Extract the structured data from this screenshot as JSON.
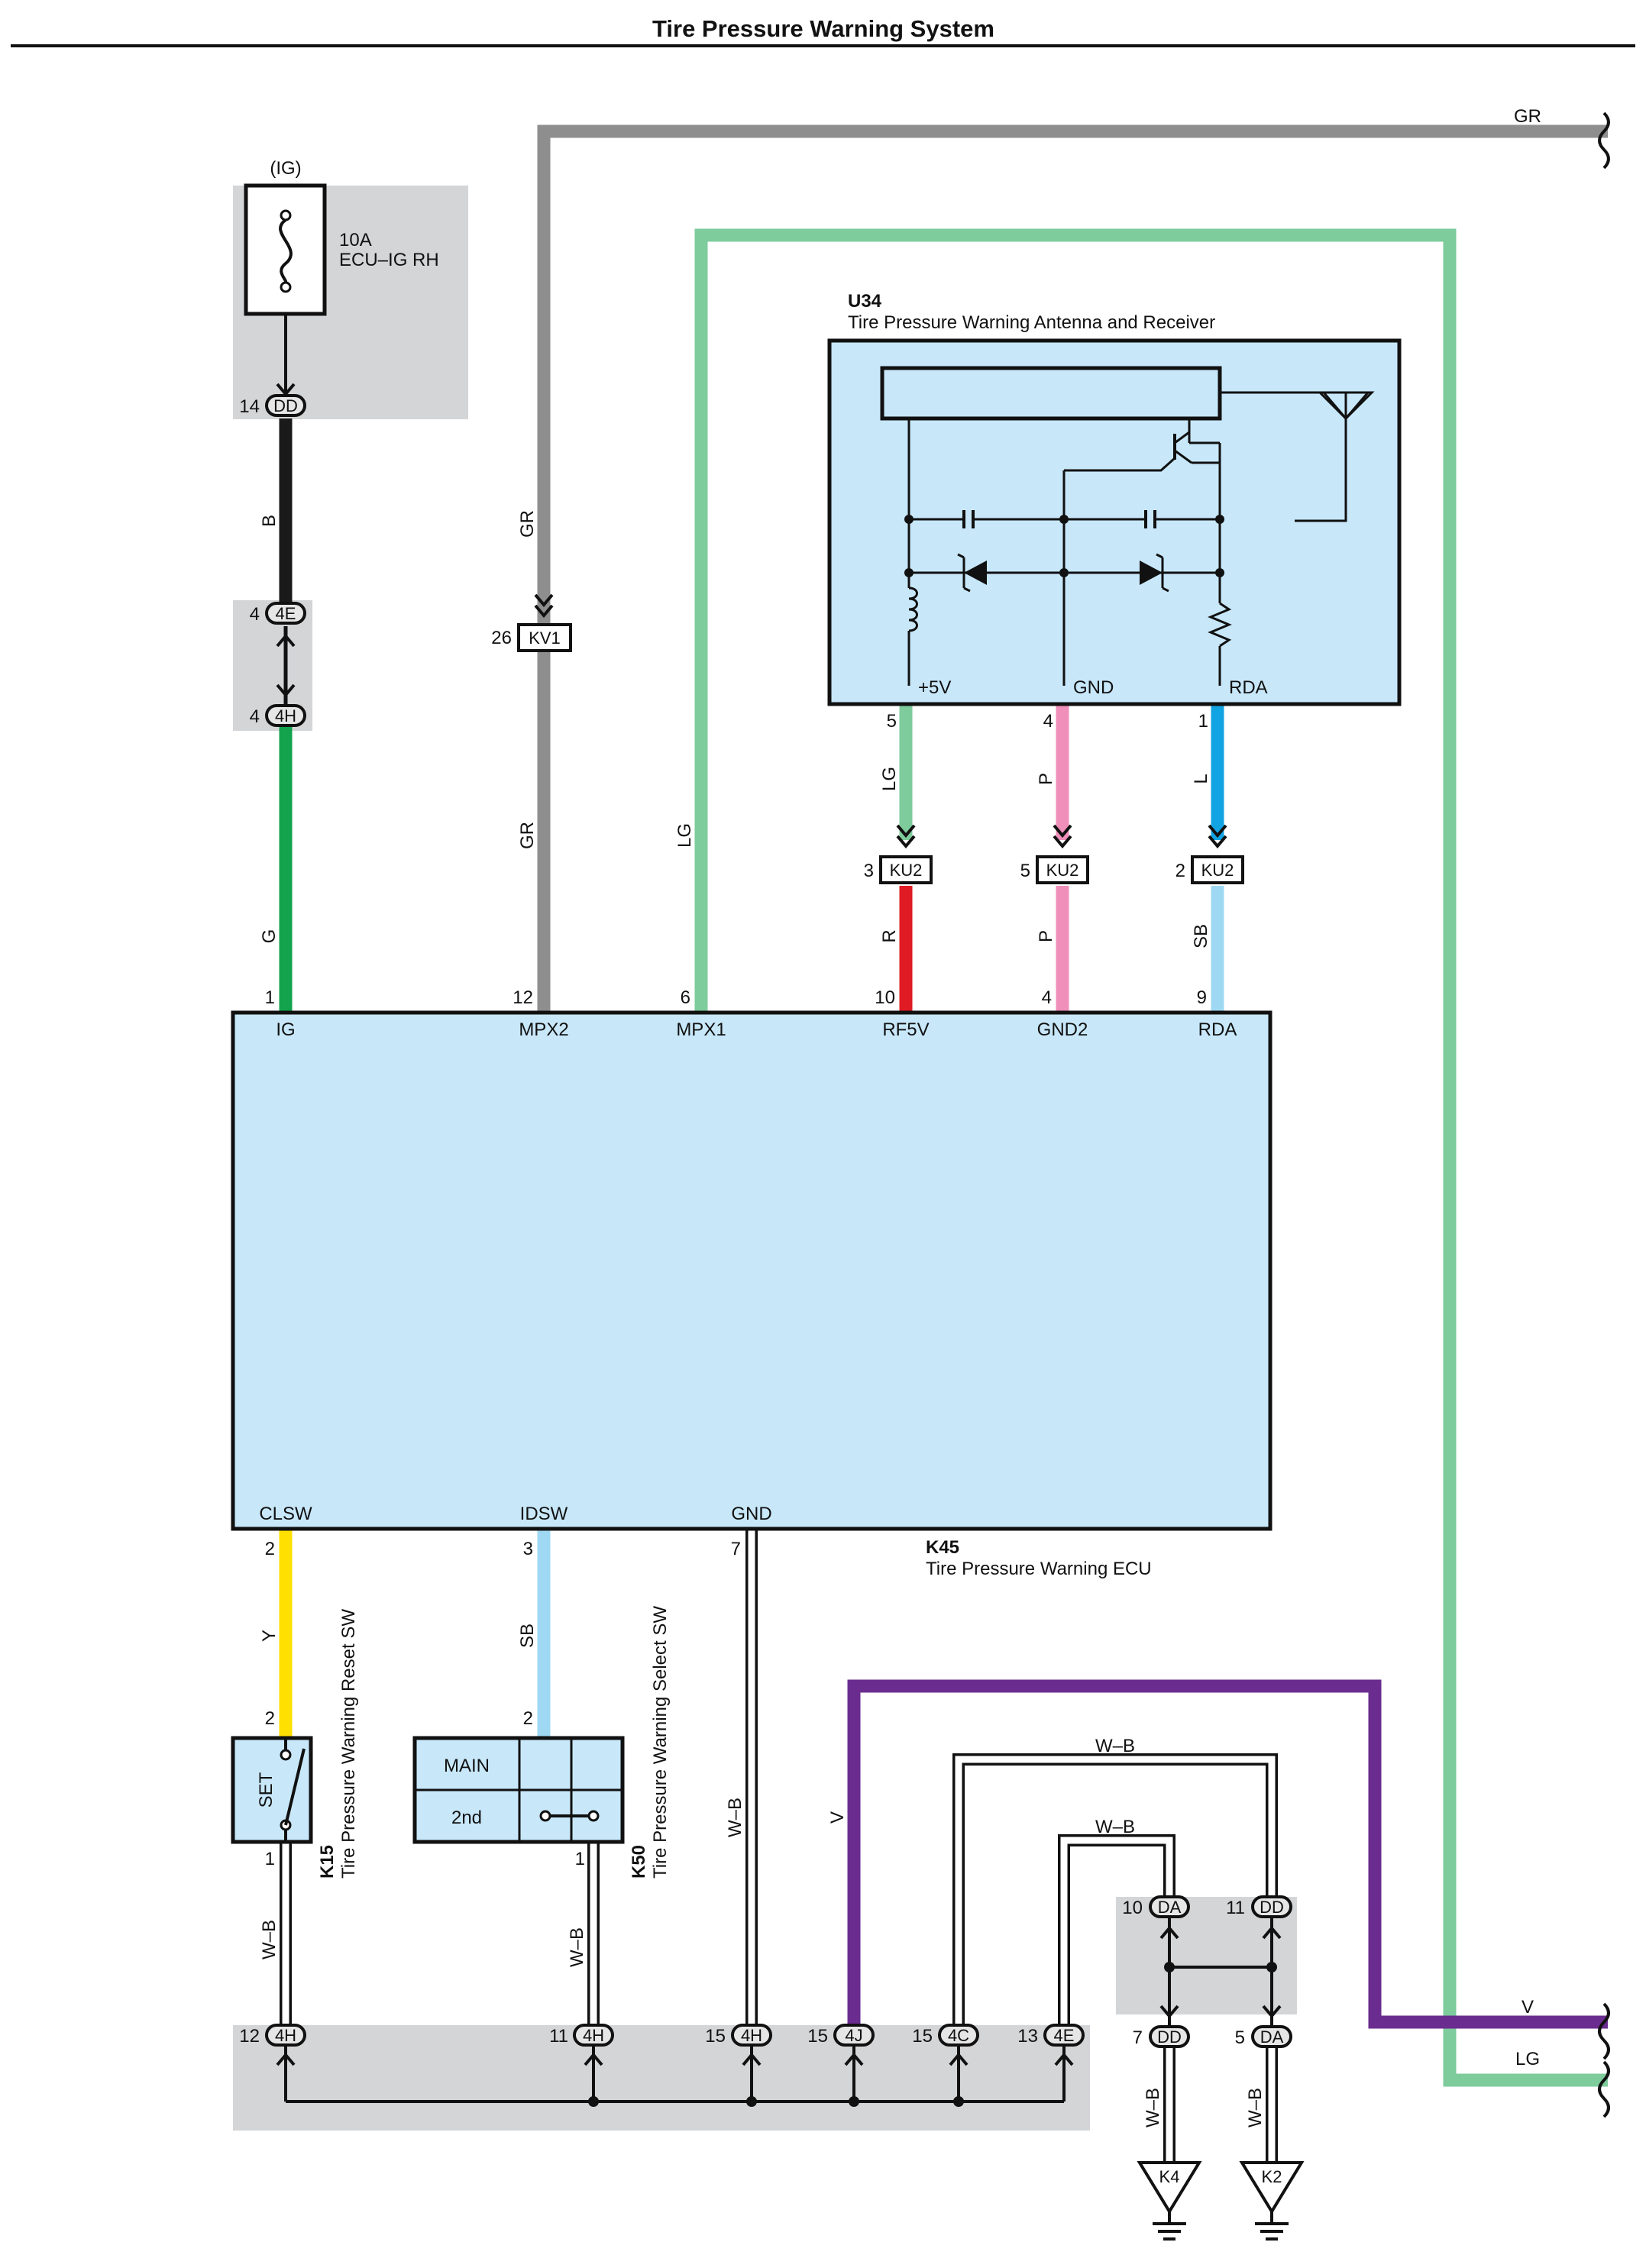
{
  "title": "Tire Pressure Warning System",
  "colors": {
    "gray_wire": "#8e8e8e",
    "light_green_wire": "#7ecb9c",
    "black_wire": "#1a1a1a",
    "green_wire": "#13a34c",
    "red_wire": "#e01b23",
    "pink_wire": "#ef8fba",
    "blue_wire": "#12a3e3",
    "sky_blue_wire": "#9fd8f3",
    "yellow_wire": "#ffe000",
    "violet_wire": "#6a2c8f",
    "component_fill": "#c8e8fa",
    "junction_fill": "#d4d5d7"
  },
  "fuse": {
    "supply": "(IG)",
    "rating": "10A",
    "name": "ECU–IG RH",
    "connector": {
      "pin": "14",
      "code": "DD"
    }
  },
  "junction_4e_4h": {
    "top": {
      "pin": "4",
      "code": "4E"
    },
    "bottom": {
      "pin": "4",
      "code": "4H"
    }
  },
  "wires": {
    "b": "B",
    "g": "G",
    "gr_top": "GR",
    "gr_mid": "GR",
    "gr_right": "GR",
    "lg_left": "LG",
    "lg_receiver": "LG",
    "p_upper": "P",
    "l_upper": "L",
    "r_lower": "R",
    "p_lower": "P",
    "sb_lower": "SB",
    "y": "Y",
    "sb_select": "SB",
    "wb_gnd": "W–B",
    "v": "V",
    "wb_top1": "W–B",
    "wb_top2": "W–B",
    "wb_reset": "W–B",
    "wb_select": "W–B",
    "wb_k4": "W–B",
    "wb_k2": "W–B",
    "v_right": "V",
    "lg_right": "LG"
  },
  "kv1": {
    "pin": "26",
    "code": "KV1"
  },
  "receiver": {
    "code": "U34",
    "name": "Tire Pressure Warning Antenna and Receiver",
    "terminals": [
      {
        "label": "+5V",
        "pin": "5"
      },
      {
        "label": "GND",
        "pin": "4"
      },
      {
        "label": "RDA",
        "pin": "1"
      }
    ]
  },
  "ku2": [
    {
      "pin": "3",
      "code": "KU2"
    },
    {
      "pin": "5",
      "code": "KU2"
    },
    {
      "pin": "2",
      "code": "KU2"
    }
  ],
  "ecu": {
    "code": "K45",
    "name": "Tire Pressure Warning ECU",
    "top_terminals": [
      {
        "pin": "1",
        "label": "IG"
      },
      {
        "pin": "12",
        "label": "MPX2"
      },
      {
        "pin": "6",
        "label": "MPX1"
      },
      {
        "pin": "10",
        "label": "RF5V"
      },
      {
        "pin": "4",
        "label": "GND2"
      },
      {
        "pin": "9",
        "label": "RDA"
      }
    ],
    "bottom_terminals": [
      {
        "pin": "2",
        "label": "CLSW"
      },
      {
        "pin": "3",
        "label": "IDSW"
      },
      {
        "pin": "7",
        "label": "GND"
      }
    ]
  },
  "reset_sw": {
    "code": "K15",
    "name": "Tire Pressure Warning Reset SW",
    "set_label": "SET",
    "pin_top": "2",
    "pin_bottom": "1"
  },
  "select_sw": {
    "code": "K50",
    "name": "Tire Pressure Warning Select SW",
    "main_label": "MAIN",
    "second_label": "2nd",
    "pin_top": "2",
    "pin_bottom": "1"
  },
  "bottom_junction": [
    {
      "pin": "12",
      "code": "4H"
    },
    {
      "pin": "11",
      "code": "4H"
    },
    {
      "pin": "15",
      "code": "4H"
    },
    {
      "pin": "15",
      "code": "4J"
    },
    {
      "pin": "15",
      "code": "4C"
    },
    {
      "pin": "13",
      "code": "4E"
    }
  ],
  "right_junction": {
    "top": [
      {
        "pin": "10",
        "code": "DA"
      },
      {
        "pin": "11",
        "code": "DD"
      }
    ],
    "bottom": [
      {
        "pin": "7",
        "code": "DD"
      },
      {
        "pin": "5",
        "code": "DA"
      }
    ]
  },
  "grounds": [
    {
      "code": "K4"
    },
    {
      "code": "K2"
    }
  ]
}
